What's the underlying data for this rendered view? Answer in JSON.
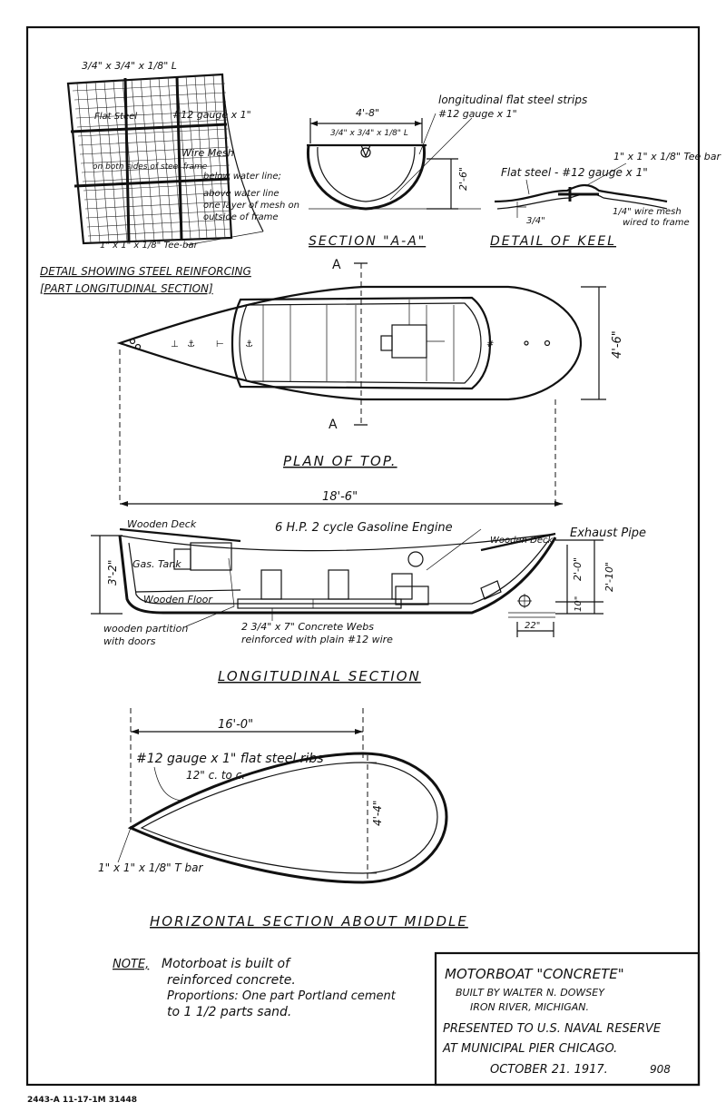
{
  "detail_reinforcing": {
    "angle_label": "3/4\" x 3/4\" x 1/8\" L",
    "strip_label_a": "Flat Steel",
    "strip_label_b": "#12 gauge x 1\"",
    "mesh_label_a": "Wire Mesh",
    "mesh_label_b": "on both sides of steel frame",
    "mesh_label_c": "below water line;",
    "mesh_label_d": "above water line",
    "mesh_label_e": "one layer of mesh on",
    "mesh_label_f": "outside of frame",
    "teebar_label": "1\" x 1\" x 1/8\" Tee-bar",
    "caption_a": "DETAIL SHOWING STEEL REINFORCING",
    "caption_b": "[PART LONGITUDINAL SECTION]"
  },
  "section_aa": {
    "width_dim": "4'-8\"",
    "angle_label": "3/4\" x 3/4\" x 1/8\" L",
    "height_dim": "2'-6\"",
    "strips_label_a": "longitudinal flat steel strips",
    "strips_label_b": "#12 gauge x 1\"",
    "caption": "SECTION \"A-A\""
  },
  "detail_keel": {
    "teebar_label": "1\" x 1\" x 1/8\" Tee bar",
    "flat_steel_label": "Flat steel - #12 gauge x 1\"",
    "depth_dim": "3/4\"",
    "mesh_a": "1/4\" wire mesh",
    "mesh_b": "wired to frame",
    "caption": "DETAIL OF KEEL"
  },
  "plan_top": {
    "marker_top": "A",
    "marker_bottom": "A",
    "beam_dim": "4'-6\"",
    "caption": "PLAN OF TOP."
  },
  "longitudinal": {
    "length_dim": "18'-6\"",
    "engine_label": "6 H.P. 2 cycle Gasoline Engine",
    "wooden_deck_fwd": "Wooden Deck",
    "wooden_deck_aft": "Wooden Deck",
    "exhaust_label": "Exhaust Pipe",
    "gas_tank": "Gas. Tank",
    "wooden_floor": "Wooden Floor",
    "depth_dim": "3'-2\"",
    "dim_2_0": "2'-0\"",
    "dim_2_10": "2'-10\"",
    "dim_10": "10\"",
    "dim_22": "22\"",
    "partition_a": "wooden partition",
    "partition_b": "with doors",
    "webs_a": "2 3/4\" x 7\" Concrete Webs",
    "webs_b": "reinforced with plain #12 wire",
    "caption": "LONGITUDINAL SECTION"
  },
  "horizontal": {
    "length_dim": "16'-0\"",
    "ribs_a": "#12 gauge x 1\" flat steel ribs",
    "ribs_b": "12\" c. to c.",
    "beam_dim": "4'-4\"",
    "tbar_label": "1\" x 1\" x 1/8\" T bar",
    "caption": "HORIZONTAL SECTION ABOUT MIDDLE"
  },
  "note": {
    "label": "NOTE,",
    "line1": "Motorboat is built of",
    "line2": "reinforced concrete.",
    "line3": "Proportions: One part Portland cement",
    "line4": "to 1 1/2 parts sand."
  },
  "title_block": {
    "line1": "MOTORBOAT \"CONCRETE\"",
    "line2": "BUILT BY WALTER N. DOWSEY",
    "line3": "IRON RIVER, MICHIGAN.",
    "line4": "PRESENTED TO U.S. NAVAL RESERVE",
    "line5": "AT MUNICIPAL PIER CHICAGO.",
    "line6": "OCTOBER 21. 1917.",
    "sheet_no": "908"
  },
  "footer": {
    "print_code": "2443-A 11-17-1M 31448"
  },
  "colors": {
    "ink": "#111111",
    "paper": "#ffffff"
  }
}
